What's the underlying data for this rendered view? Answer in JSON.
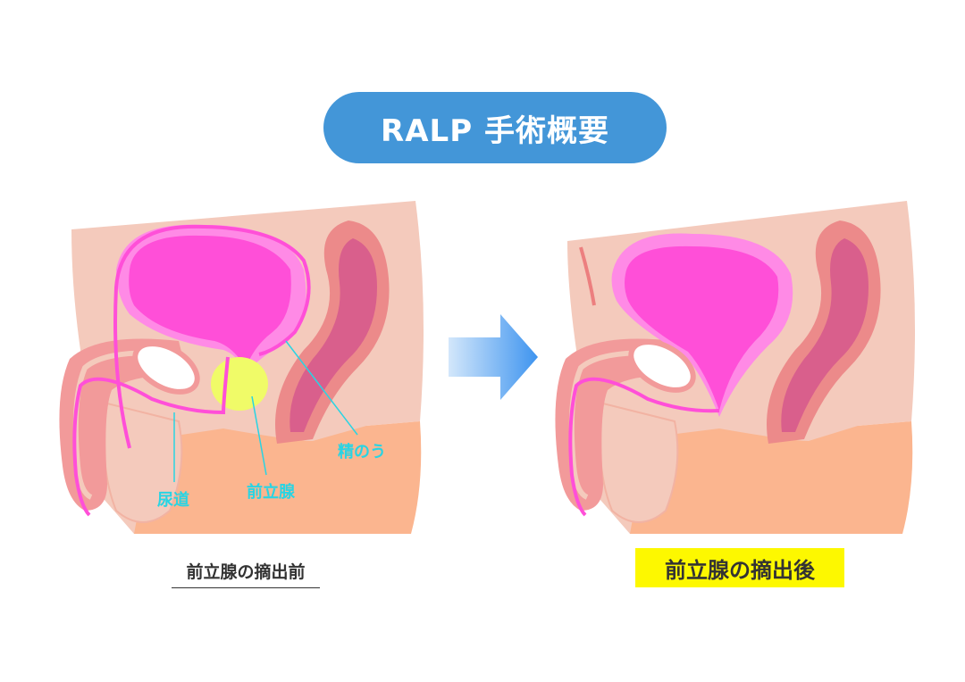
{
  "title": "RALP 手術概要",
  "labels": {
    "urethra": "尿道",
    "prostate": "前立腺",
    "seminal_vesicle": "精のう"
  },
  "captions": {
    "before": "前立腺の摘出前",
    "after": "前立腺の摘出後"
  },
  "colors": {
    "title_bg": "#4396d8",
    "label_cyan": "#29d4e3",
    "highlight_yellow": "#fdf800",
    "bladder_magenta": "#ff4fd8",
    "prostate_yellow": "#f0fb68"
  }
}
